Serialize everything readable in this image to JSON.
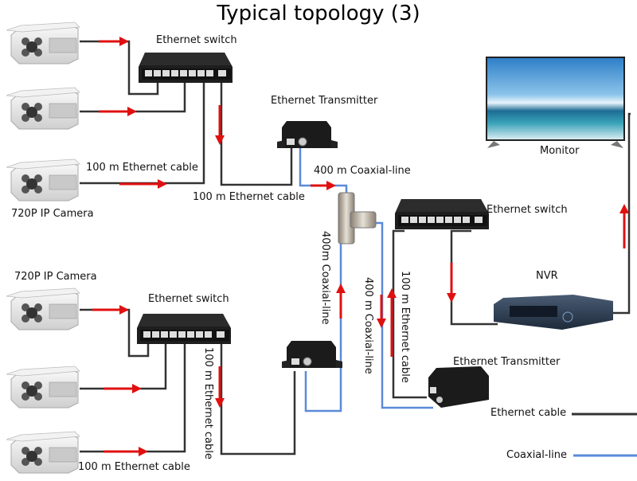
{
  "title": "Typical topology (3)",
  "colors": {
    "ethernet_cable": "#333333",
    "coaxial_line": "#5b8ad8",
    "arrow": "#e01010",
    "device_dark": "#1c1c1c",
    "camera_body": "#e8e8e8",
    "nvr_body": "#2b3a4e"
  },
  "labels": {
    "switch_top": "Ethernet switch",
    "transmitter_top": "Ethernet Transmitter",
    "camera_top": "720P IP Camera",
    "cable_top_left": "100 m Ethernet cable",
    "cable_top_mid": "100 m Ethernet cable",
    "coax_top": "400 m Coaxial-line",
    "coax_vertical_left": "400m Coaxial-line",
    "coax_vertical_right": "400 m Coaxial-line",
    "cable_vertical_right": "100 m Ethernet cable",
    "switch_right": "Ethernet switch",
    "monitor": "Monitor",
    "nvr": "NVR",
    "camera_bottom": "720P IP Camera",
    "switch_bottom": "Ethernet switch",
    "cable_vertical_bottom": "100 m Ethernet cable",
    "cable_bottom": "100 m Ethernet cable",
    "transmitter_bottom_right": "Ethernet Transmitter"
  },
  "legend": [
    {
      "label": "Ethernet cable",
      "type": "ethernet"
    },
    {
      "label": "Coaxial-line",
      "type": "coax"
    }
  ]
}
